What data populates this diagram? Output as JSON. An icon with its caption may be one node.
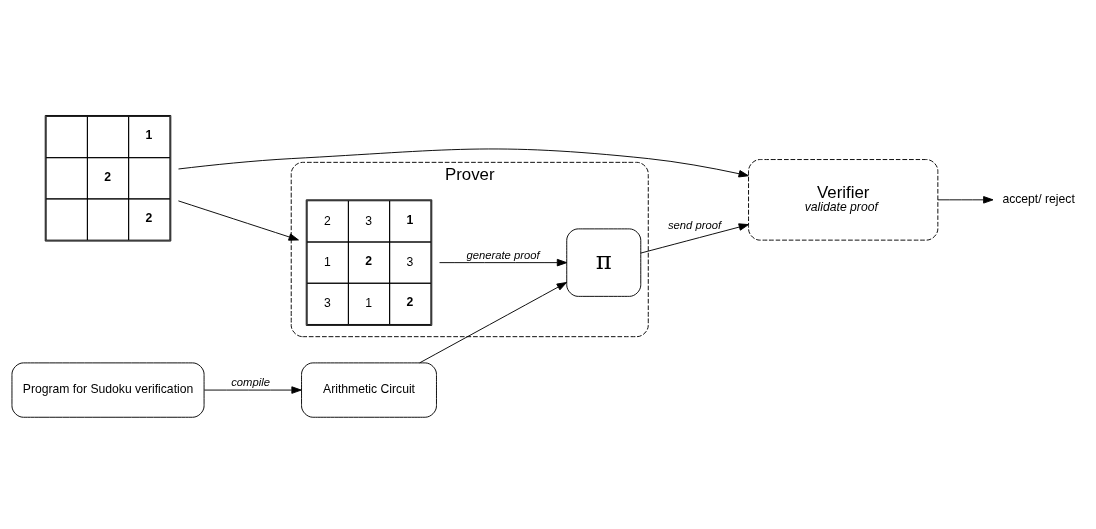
{
  "diagram": {
    "nodes": [
      {
        "text": [
          "Prover"
        ]
      },
      {
        "text": [
          "1",
          "2",
          "2"
        ]
      },
      {
        "text": [
          "2",
          "3",
          "1",
          "1",
          "2",
          "3",
          "3",
          "1",
          "2"
        ],
        "in": 0
      },
      {
        "text": [
          "Arithmetic Circuit"
        ]
      },
      {
        "text": [
          "π"
        ],
        "in": 0
      },
      {
        "text": [
          "Program for Sudoku verification"
        ]
      },
      {
        "text": [
          "Verifier",
          "validate proof"
        ]
      },
      {
        "text": [
          "accept/ reject"
        ]
      }
    ],
    "edges": [
      {
        "from": 1,
        "to": 2,
        "arrow": "to"
      },
      {
        "from": 2,
        "to": 4,
        "arrow": "to",
        "label": "generate proof"
      },
      {
        "from": 3,
        "to": 4,
        "arrow": "to"
      },
      {
        "from": 5,
        "to": 3,
        "arrow": "to",
        "label": "compile"
      },
      {
        "from": 1,
        "to": 6,
        "arrow": "to"
      },
      {
        "from": 4,
        "to": 6,
        "arrow": "to",
        "label": "send proof"
      },
      {
        "from": 6,
        "to": 7,
        "arrow": "to"
      }
    ]
  }
}
